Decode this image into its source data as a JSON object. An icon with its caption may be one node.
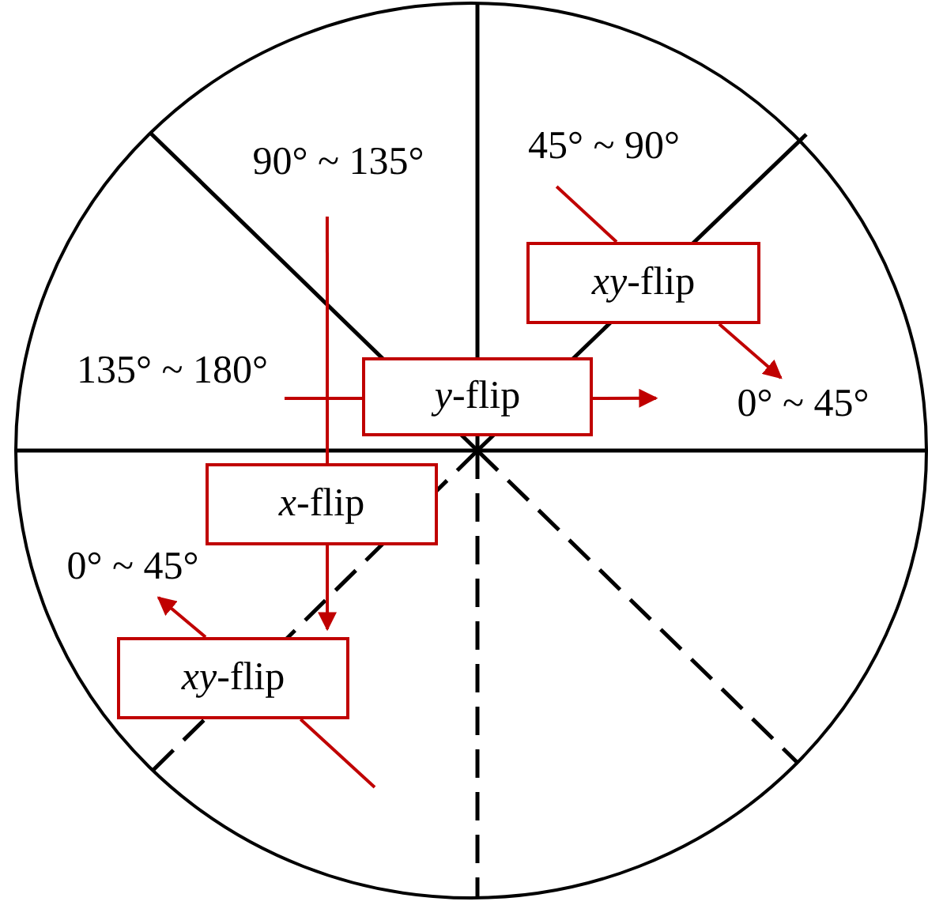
{
  "diagram": {
    "nodes": [
      {
        "text": [
          "90° ~ 135°"
        ]
      },
      {
        "text": [
          "45° ~ 90°"
        ]
      },
      {
        "text": [
          "*xy*-flip"
        ]
      },
      {
        "text": [
          "135° ~ 180°"
        ]
      },
      {
        "text": [
          "*y*-flip"
        ]
      },
      {
        "text": [
          "0° ~ 45°"
        ]
      },
      {
        "text": [
          "*x*-flip"
        ]
      },
      {
        "text": [
          "0° ~ 45°"
        ]
      },
      {
        "text": [
          "*xy*-flip"
        ]
      }
    ],
    "edges": [
      {
        "from": 0,
        "to": 6,
        "arrow": "none"
      },
      {
        "from": 6,
        "to": 8,
        "arrow": "to"
      },
      {
        "from": 1,
        "to": 2,
        "arrow": "none"
      },
      {
        "from": 2,
        "to": 5,
        "arrow": "to"
      },
      {
        "from": 3,
        "to": 4,
        "arrow": "none"
      },
      {
        "from": 4,
        "to": 5,
        "arrow": "to"
      },
      {
        "from": null,
        "to": 8,
        "arrow": "none"
      },
      {
        "from": 8,
        "to": 7,
        "arrow": "to"
      }
    ]
  }
}
